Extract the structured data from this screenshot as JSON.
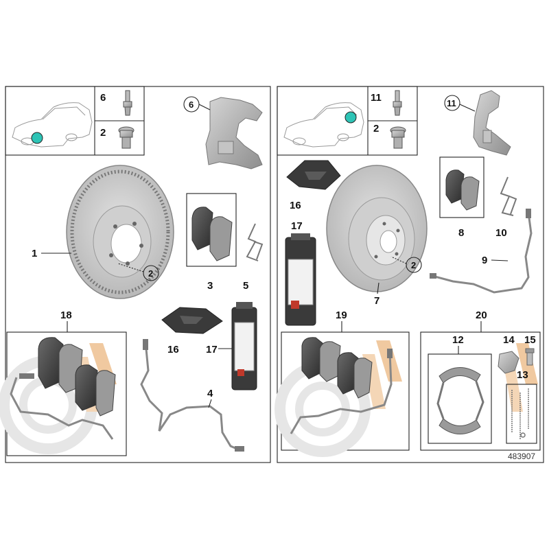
{
  "diagram": {
    "reference_number": "483907",
    "colors": {
      "locator_dot": "#2ec4b6",
      "watermark": "#f0c9a0",
      "part_grey": "#9a9a9a"
    },
    "front_panel": {
      "callouts": {
        "bolt": "6",
        "plug": "2",
        "carrier": "6",
        "disc": "1",
        "disc_bolt": "2",
        "pads": "3",
        "spring": "5",
        "paste": "16",
        "spray": "17",
        "sensor": "4",
        "repair_kit": "18"
      }
    },
    "rear_panel": {
      "callouts": {
        "bolt": "11",
        "plug": "2",
        "carrier": "11",
        "paste": "16",
        "spray": "17",
        "disc": "7",
        "disc_bolt": "2",
        "pads": "8",
        "spring": "10",
        "sensor": "9",
        "repair_kit": "19",
        "parking_brake_kit": "20",
        "shoes": "12",
        "expander": "14",
        "adjuster": "15",
        "springs": "13"
      }
    }
  }
}
